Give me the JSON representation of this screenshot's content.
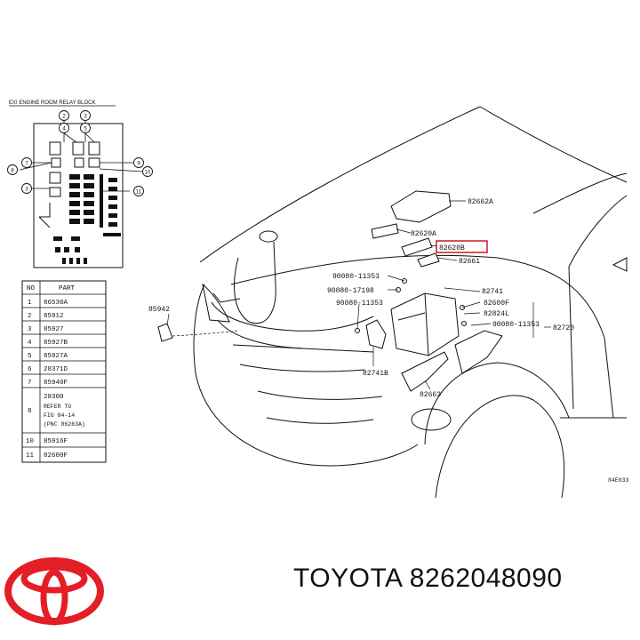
{
  "relay_block": {
    "title": "EXI ENGINE ROOM RELAY BLOCK",
    "callouts": [
      "1",
      "2",
      "3",
      "4",
      "5",
      "6",
      "7",
      "8",
      "9",
      "10",
      "11"
    ]
  },
  "table": {
    "header_no": "NO",
    "header_part": "PART",
    "rows": [
      {
        "no": "1",
        "part": "86530A"
      },
      {
        "no": "2",
        "part": "85912"
      },
      {
        "no": "3",
        "part": "85927"
      },
      {
        "no": "4",
        "part": "85927B"
      },
      {
        "no": "5",
        "part": "85927A"
      },
      {
        "no": "6",
        "part": "28371D"
      },
      {
        "no": "7",
        "part": "85940F"
      },
      {
        "no": "8",
        "part": "28300",
        "note1": "REFER TO",
        "note2": "FIG 84-14",
        "note3": "(PNC 86263A)"
      },
      {
        "no": "10",
        "part": "85916F"
      },
      {
        "no": "11",
        "part": "82600F"
      }
    ]
  },
  "labels": {
    "p82662A": "82662A",
    "p82620A": "82620A",
    "p82620B": "82620B",
    "p82661": "82661",
    "p90080_11353a": "90080-11353",
    "p90080_17198": "90080-17198",
    "p82741": "82741",
    "p90080_11353b": "90080-11353",
    "p82600F": "82600F",
    "p85942": "85942",
    "p82824L": "82824L",
    "p90080_11353c": "90080-11353",
    "p82720": "82720",
    "p82741B": "82741B",
    "p82663": "82663",
    "ref": "84E033"
  },
  "highlight_color": "#cc1b22",
  "brand": {
    "name": "TOYOTA",
    "part_number": "8262048090",
    "logo": "toyota-logo-icon",
    "logo_color": "#e41e26"
  }
}
